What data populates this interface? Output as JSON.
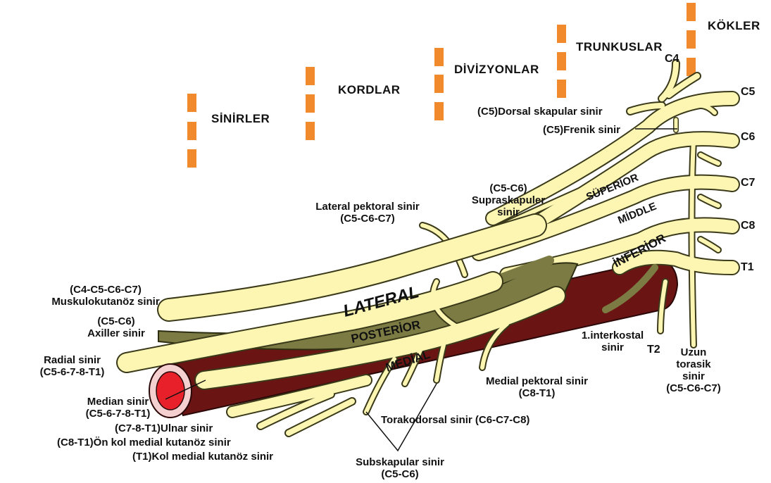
{
  "colors": {
    "nerve": "#fdf6b3",
    "nerve_outline": "#3a3a1a",
    "artery": "#6a1414",
    "posterior": "#7b7b43",
    "marker": "#f08a2c",
    "vessel_lumen": "#e8202a"
  },
  "headers": {
    "sinirler": "SİNİRLER",
    "kordlar": "KORDLAR",
    "divizyonlar": "DİVİZYONLAR",
    "trunkuslar": "TRUNKUSLAR",
    "kokler": "KÖKLER"
  },
  "roots": [
    "C4",
    "C5",
    "C6",
    "C7",
    "C8",
    "T1",
    "T2"
  ],
  "trunks": {
    "superior": "SÜPERİOR",
    "middle": "MİDDLE",
    "inferior": "İNFERİOR"
  },
  "cords": {
    "lateral": "LATERAL",
    "posterior": "POSTERİOR",
    "medial": "MEDİAL"
  },
  "nerves": {
    "dorsal_skapular": "(C5)Dorsal skapular sinir",
    "frenik": "(C5)Frenik sinir",
    "supraskapuler": {
      "roots": "(C5-C6)",
      "l1": "Supraskapuler",
      "l2": "sinir"
    },
    "lateral_pektoral": {
      "l1": "Lateral pektoral sinir",
      "l2": "(C5-C6-C7)"
    },
    "muskulokutanoz": {
      "l1": "(C4-C5-C6-C7)",
      "l2": "Muskulokutanöz sinir"
    },
    "axiller": {
      "l1": "(C5-C6)",
      "l2": "Axiller sinir"
    },
    "radial": {
      "l1": "Radial sinir",
      "l2": "(C5-6-7-8-T1)"
    },
    "median": {
      "l1": "Median sinir",
      "l2": "(C5-6-7-8-T1)"
    },
    "ulnar": "(C7-8-T1)Ulnar sinir",
    "onkol_medial": "(C8-T1)Ön kol medial kutanöz sinir",
    "kol_medial": "(T1)Kol medial kutanöz sinir",
    "subskapular": {
      "l1": "Subskapular sinir",
      "l2": "(C5-C6)"
    },
    "torakodorsal": "Torakodorsal sinir (C6-C7-C8)",
    "medial_pektoral": {
      "l1": "Medial pektoral sinir",
      "l2": "(C8-T1)"
    },
    "interkostal": {
      "l1": "1.interkostal",
      "l2": "sinir"
    },
    "uzun_torasik": {
      "l1": "Uzun",
      "l2": "torasik",
      "l3": "sinir",
      "l4": "(C5-C6-C7)"
    }
  }
}
